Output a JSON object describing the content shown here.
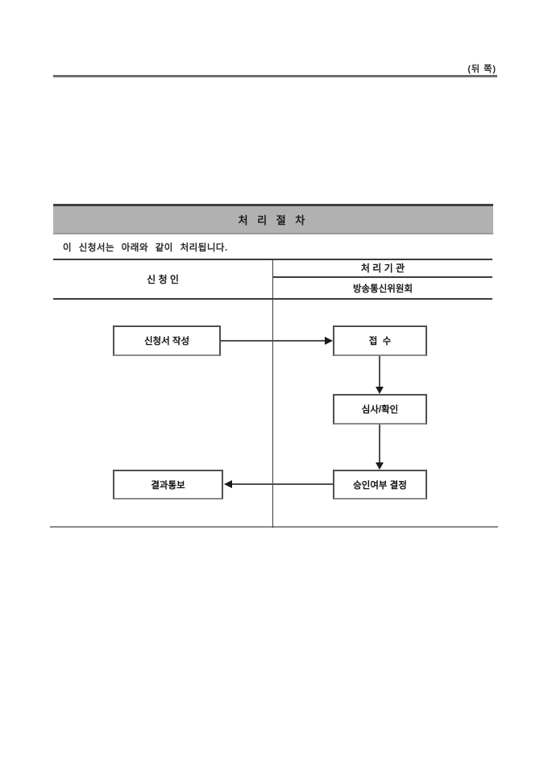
{
  "page": {
    "side_label": "(뒤 쪽)"
  },
  "section": {
    "title": "처 리 절 차",
    "intro": "이 신청서는 아래와 같이 처리됩니다."
  },
  "table": {
    "columns": {
      "applicant": "신 청 인",
      "agency": "처 리 기 관",
      "agency_name": "방송통신위원회"
    }
  },
  "flowchart": {
    "steps": {
      "write": "신청서 작성",
      "receipt": "접  수",
      "review": "심사/확인",
      "decision": "승인여부 결정",
      "notify": "결과통보"
    },
    "flow": [
      "write -> receipt",
      "receipt -> review",
      "review -> decision",
      "decision -> notify"
    ]
  },
  "colors": {
    "title_bar_fill": "#b1b1b1",
    "title_bar_border_top": "#404040",
    "rule_dark": "#3c3c3c",
    "rule_gray": "#8a8a8a",
    "box_border": "#4f4f4f",
    "text": "#1a1a1a",
    "background": "#ffffff"
  }
}
